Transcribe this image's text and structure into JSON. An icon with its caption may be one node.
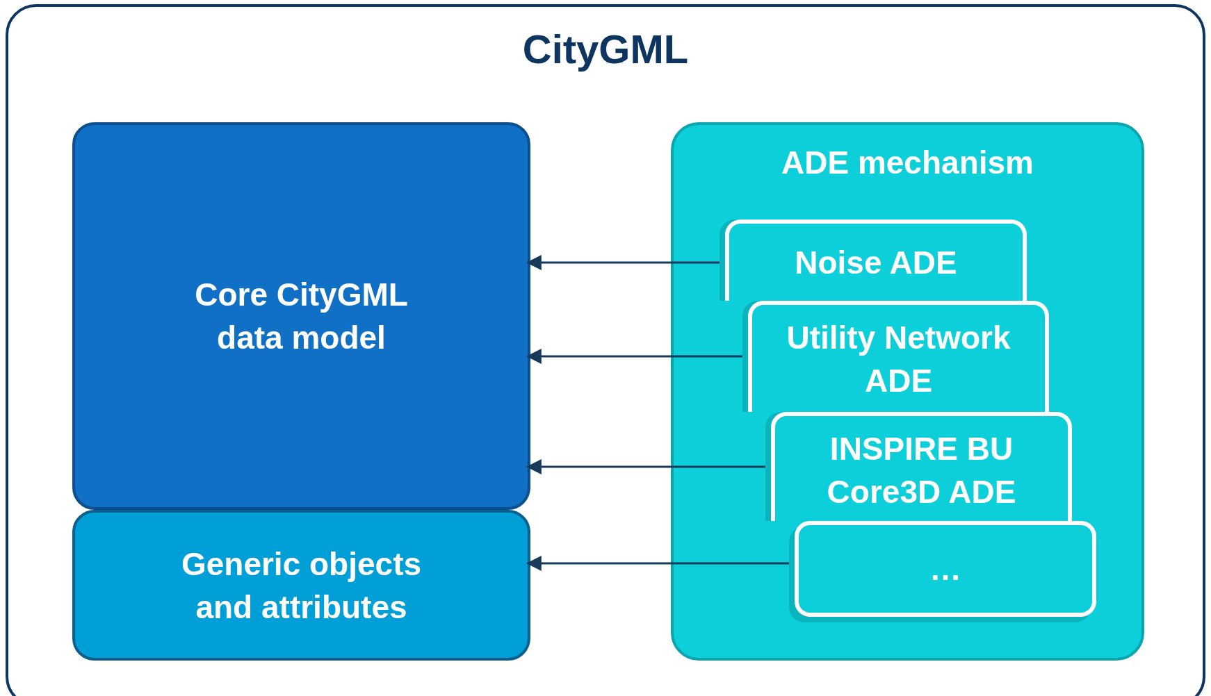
{
  "diagram": {
    "nodes": [
      {
        "text": [
          "CityGML"
        ]
      },
      {
        "text": [
          "Core CityGML data model"
        ],
        "in": 0
      },
      {
        "text": [
          "Generic objects and attributes"
        ],
        "in": 0
      },
      {
        "text": [
          "ADE mechanism"
        ],
        "in": 0
      },
      {
        "text": [
          "Noise ADE"
        ],
        "in": 3
      },
      {
        "text": [
          "Utility Network ADE"
        ],
        "in": 3
      },
      {
        "text": [
          "INSPIRE BU Core3D ADE"
        ],
        "in": 3
      },
      {
        "text": [
          "…"
        ],
        "in": 3
      }
    ],
    "edges": [
      {
        "from": 4,
        "to": 1,
        "arrow": "to"
      },
      {
        "from": 5,
        "to": 1,
        "arrow": "to"
      },
      {
        "from": 6,
        "to": 1,
        "arrow": "to"
      },
      {
        "from": 7,
        "to": 2,
        "arrow": "to"
      }
    ]
  }
}
